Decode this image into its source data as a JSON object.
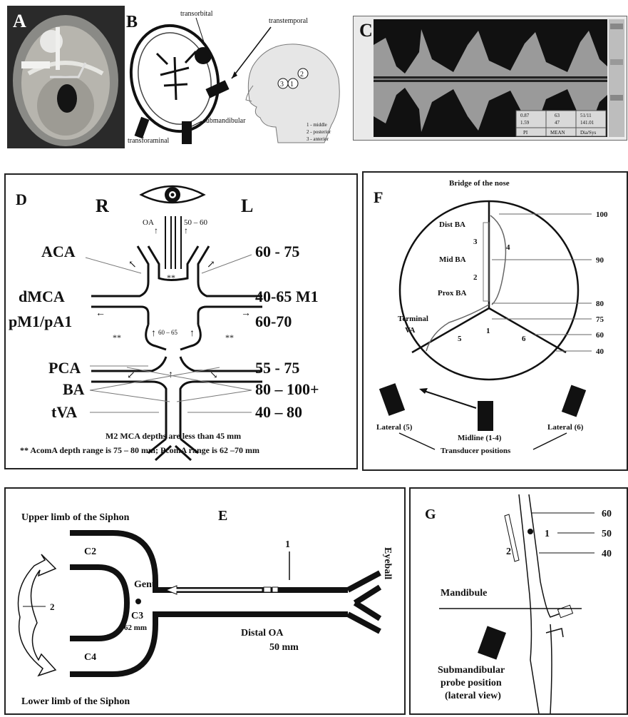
{
  "panels": {
    "A": {
      "letter": "A"
    },
    "B": {
      "letter": "B",
      "labels": {
        "transorbital": "transorbital",
        "transtemporal": "transtemporal",
        "submandibular": "submandibular",
        "transforaminal": "transforaminal"
      },
      "head_numbers": [
        "3",
        "1",
        "2"
      ],
      "legend": [
        "1 - middle",
        "2 - posterior",
        "3 - anterior"
      ]
    },
    "C": {
      "letter": "C",
      "table": [
        [
          "0.87",
          "63",
          "51/11"
        ],
        [
          "1.59",
          "47",
          "141.01"
        ],
        [
          "PI",
          "MEAN",
          "Dia/Sys"
        ]
      ]
    },
    "D": {
      "letter": "D",
      "side_right": "R",
      "side_left": "L",
      "oa": "OA",
      "oa_depth": "50 – 60",
      "left_labels": [
        "ACA",
        "dMCA",
        "pM1/pA1",
        "PCA",
        "BA",
        "tVA"
      ],
      "right_labels": [
        "60 - 75",
        "40-65 M1",
        "60-70",
        "55 - 75",
        "80 – 100+",
        "40 – 80"
      ],
      "center_depth": "60 – 65",
      "stars": "**",
      "note1": "M2 MCA depths are less than 45 mm",
      "note2": "** AcomA depth range is 75 – 80 mm; PcomA range is 62 –70 mm"
    },
    "F": {
      "letter": "F",
      "top_label": "Bridge of the nose",
      "inner_labels": [
        "Dist BA",
        "Mid BA",
        "Prox BA",
        "Terminal",
        "VA"
      ],
      "path_numbers": [
        "3",
        "4",
        "2",
        "1",
        "5",
        "6"
      ],
      "depth_scale": [
        "100",
        "90",
        "80",
        "75",
        "60",
        "40"
      ],
      "probe_labels": [
        "Lateral (5)",
        "Midline (1-4)",
        "Lateral (6)"
      ],
      "bottom_label": "Transducer positions"
    },
    "E": {
      "letter": "E",
      "upper": "Upper limb of the Siphon",
      "lower": "Lower limb of the Siphon",
      "segments": [
        "C2",
        "C3",
        "C4"
      ],
      "genu": "Genu",
      "genu_depth": "62 mm",
      "marker1": "1",
      "marker2": "2",
      "distal": "Distal OA",
      "distal_depth": "50 mm",
      "eyeball": "Eyeball"
    },
    "G": {
      "letter": "G",
      "depths": [
        "60",
        "50",
        "40"
      ],
      "marker1": "1",
      "marker2": "2",
      "mandibule": "Mandibule",
      "probe": [
        "Submandibular",
        "probe position",
        "(lateral view)"
      ]
    }
  }
}
